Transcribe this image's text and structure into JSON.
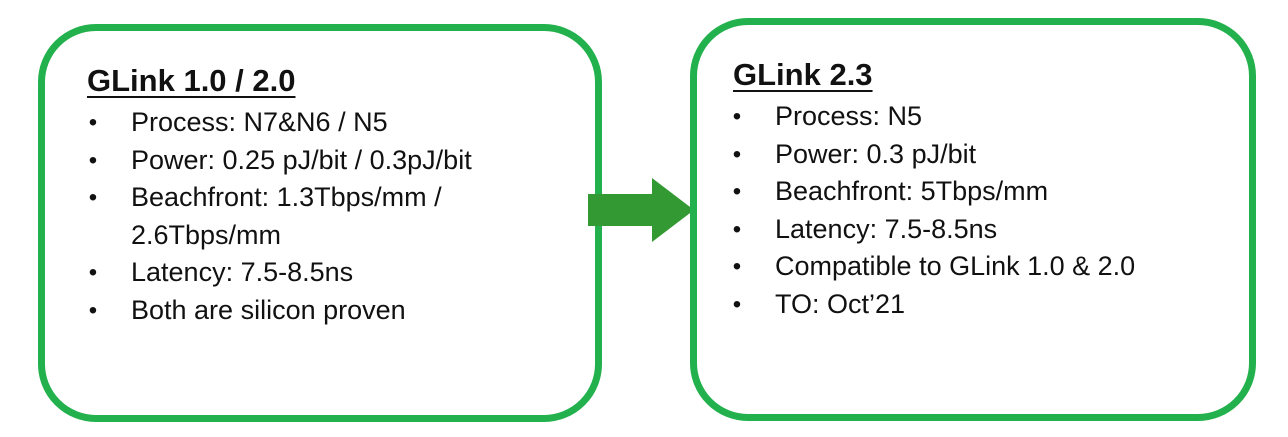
{
  "left_box": {
    "title": "GLink 1.0 / 2.0",
    "items": [
      "Process: N7&N6 / N5",
      "Power: 0.25 pJ/bit / 0.3pJ/bit",
      "Beachfront: 1.3Tbps/mm / 2.6Tbps/mm",
      "Latency: 7.5-8.5ns",
      "Both are silicon proven"
    ]
  },
  "right_box": {
    "title": "GLink 2.3",
    "items": [
      "Process: N5",
      "Power: 0.3 pJ/bit",
      "Beachfront: 5Tbps/mm",
      "Latency: 7.5-8.5ns",
      "Compatible to GLink 1.0 & 2.0",
      "TO: Oct’21"
    ]
  },
  "bullet_char": "•",
  "colors": {
    "border": "#22b14c",
    "arrow": "#339933",
    "text": "#111111"
  }
}
